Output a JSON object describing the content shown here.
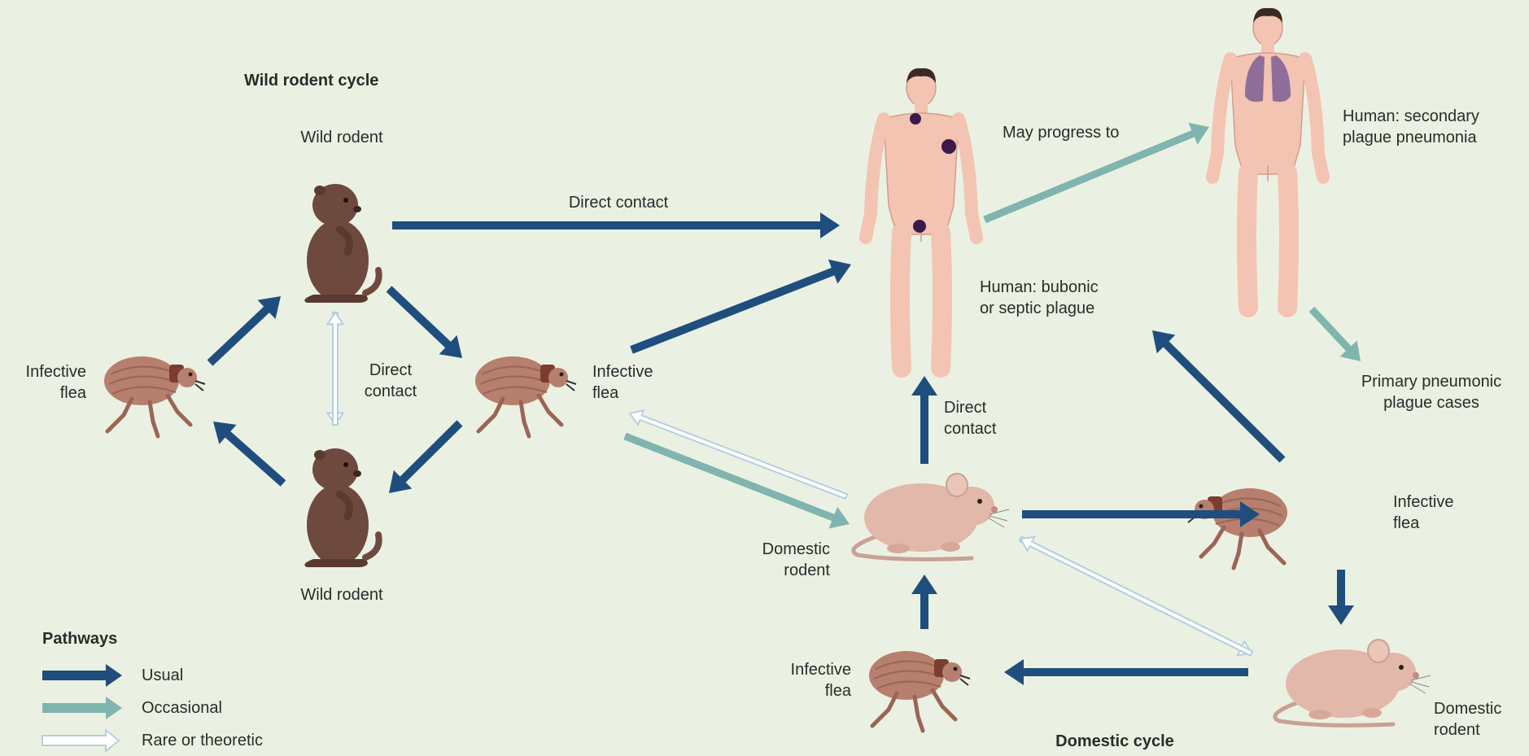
{
  "colors": {
    "background": "#ebf1e2",
    "usual": "#1f4e7e",
    "occasional": "#7fb5ae",
    "rare_fill": "#ffffff",
    "rare_stroke": "#b5cfdf",
    "rodent_wild": "#6e4a3e",
    "flea": "#b67f6e",
    "mouse": "#e1b8a9",
    "human_skin": "#f2c4b1",
    "bubo": "#3b1a4a",
    "lungs": "#8f6e9c"
  },
  "titles": {
    "wild_cycle": "Wild rodent cycle",
    "domestic_cycle": "Domestic cycle"
  },
  "nodes": {
    "wild_rodent_top": "Wild rodent",
    "wild_rodent_bottom": "Wild rodent",
    "flea_left_line1": "Infective",
    "flea_left_line2": "flea",
    "flea_mid_line1": "Infective",
    "flea_mid_line2": "flea",
    "human_bubonic_line1": "Human: bubonic",
    "human_bubonic_line2": "or septic plague",
    "human_secondary_line1": "Human: secondary",
    "human_secondary_line2": "plague pneumonia",
    "primary_line1": "Primary pneumonic",
    "primary_line2": "plague cases",
    "domestic_rodent_left_line1": "Domestic",
    "domestic_rodent_left_line2": "rodent",
    "flea_right_line1": "Infective",
    "flea_right_line2": "flea",
    "flea_bottom_line1": "Infective",
    "flea_bottom_line2": "flea",
    "domestic_rodent_right_line1": "Domestic",
    "domestic_rodent_right_line2": "rodent"
  },
  "edge_labels": {
    "direct_contact_top": "Direct contact",
    "direct_contact_wild_line1": "Direct",
    "direct_contact_wild_line2": "contact",
    "direct_contact_domestic_line1": "Direct",
    "direct_contact_domestic_line2": "contact",
    "may_progress": "May progress to"
  },
  "legend": {
    "title": "Pathways",
    "usual": "Usual",
    "occasional": "Occasional",
    "rare": "Rare or theoretic"
  },
  "icons": [
    "wild-rodent-icon",
    "flea-icon",
    "domestic-rodent-icon",
    "human-figure-icon",
    "lungs-icon"
  ]
}
